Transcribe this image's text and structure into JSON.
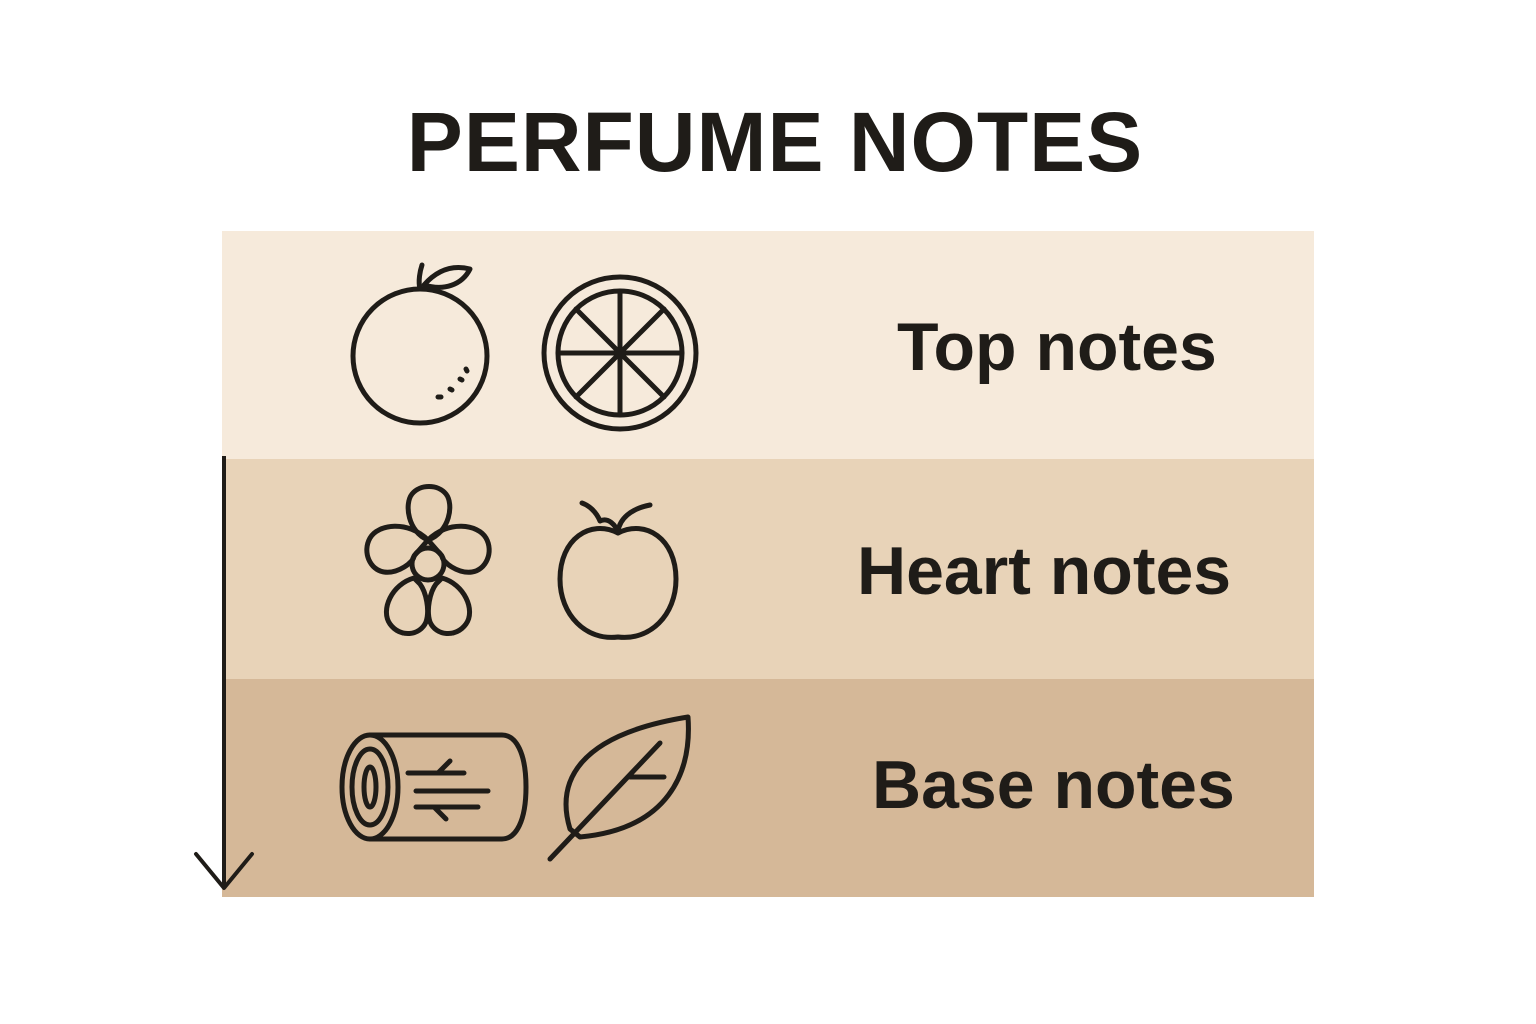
{
  "title": "PERFUME NOTES",
  "colors": {
    "top_layer": "#f6eadb",
    "heart_layer": "#e8d3b8",
    "base_layer": "#d5b898",
    "ink": "#1f1c18"
  },
  "layers": [
    {
      "label": "Top notes",
      "icons": [
        "orange-icon",
        "citrus-slice-icon"
      ]
    },
    {
      "label": "Heart notes",
      "icons": [
        "flower-icon",
        "apple-icon"
      ]
    },
    {
      "label": "Base notes",
      "icons": [
        "wood-log-icon",
        "leaf-icon"
      ]
    }
  ],
  "arrow": {
    "direction": "down",
    "icon": "arrow-down-icon"
  }
}
